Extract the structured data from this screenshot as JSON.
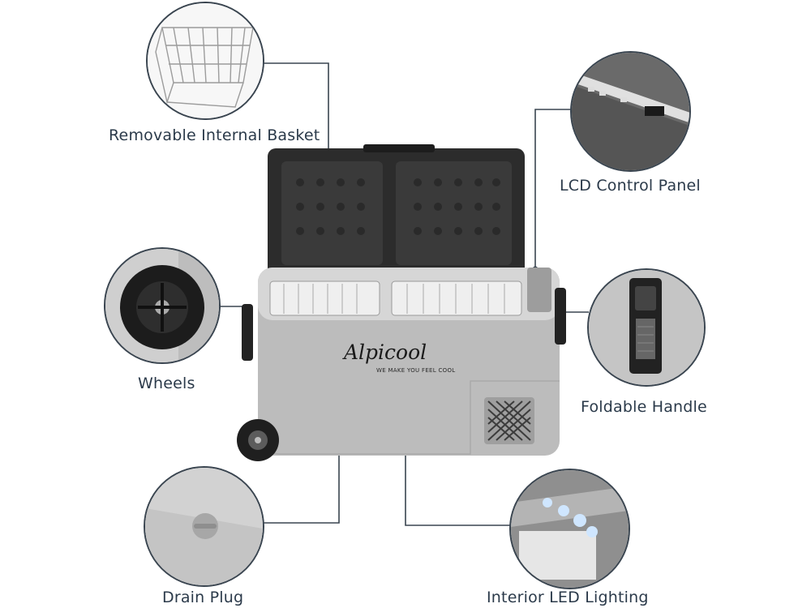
{
  "callouts": {
    "basket": "Removable Internal Basket",
    "lcd": "LCD Control Panel",
    "wheels": "Wheels",
    "handle": "Foldable Handle",
    "drain": "Drain Plug",
    "led": "Interior LED Lighting"
  },
  "brand": {
    "logo": "Alpicool",
    "tagline": "WE MAKE YOU FEEL COOL"
  },
  "colors": {
    "line": "#3a4550",
    "label": "#2b3a4a",
    "body": "#b9b9b9",
    "lid": "#2c2c2c"
  }
}
